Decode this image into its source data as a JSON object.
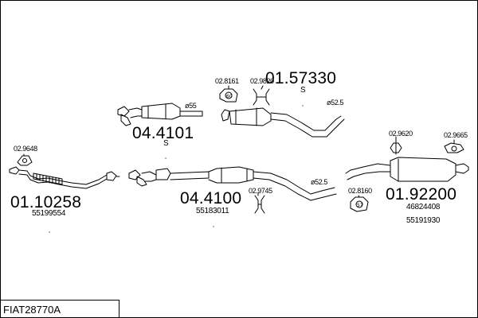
{
  "diagram": {
    "reference": "FIAT28770A",
    "groups": [
      {
        "id": "front",
        "main_code": "01.10258",
        "oem": "55199554",
        "clamp_code": "02.9648"
      },
      {
        "id": "cat-upper",
        "main_code": "04.4101",
        "suffix": "S",
        "diameter": "ø55"
      },
      {
        "id": "centre-upper",
        "main_code": "01.57330",
        "suffix": "S",
        "mount_codes": [
          "02.8161",
          "02.9820"
        ],
        "diameter": "ø52.5"
      },
      {
        "id": "cat-lower",
        "main_code": "04.4100",
        "oem": "55183011",
        "mount_code": "02.9745",
        "diameter": "ø52.5"
      },
      {
        "id": "rear",
        "main_code": "01.92200",
        "oem": [
          "46824408",
          "55191930"
        ],
        "mount_codes": [
          "02.9620",
          "02.9665",
          "02.8160"
        ]
      }
    ]
  }
}
